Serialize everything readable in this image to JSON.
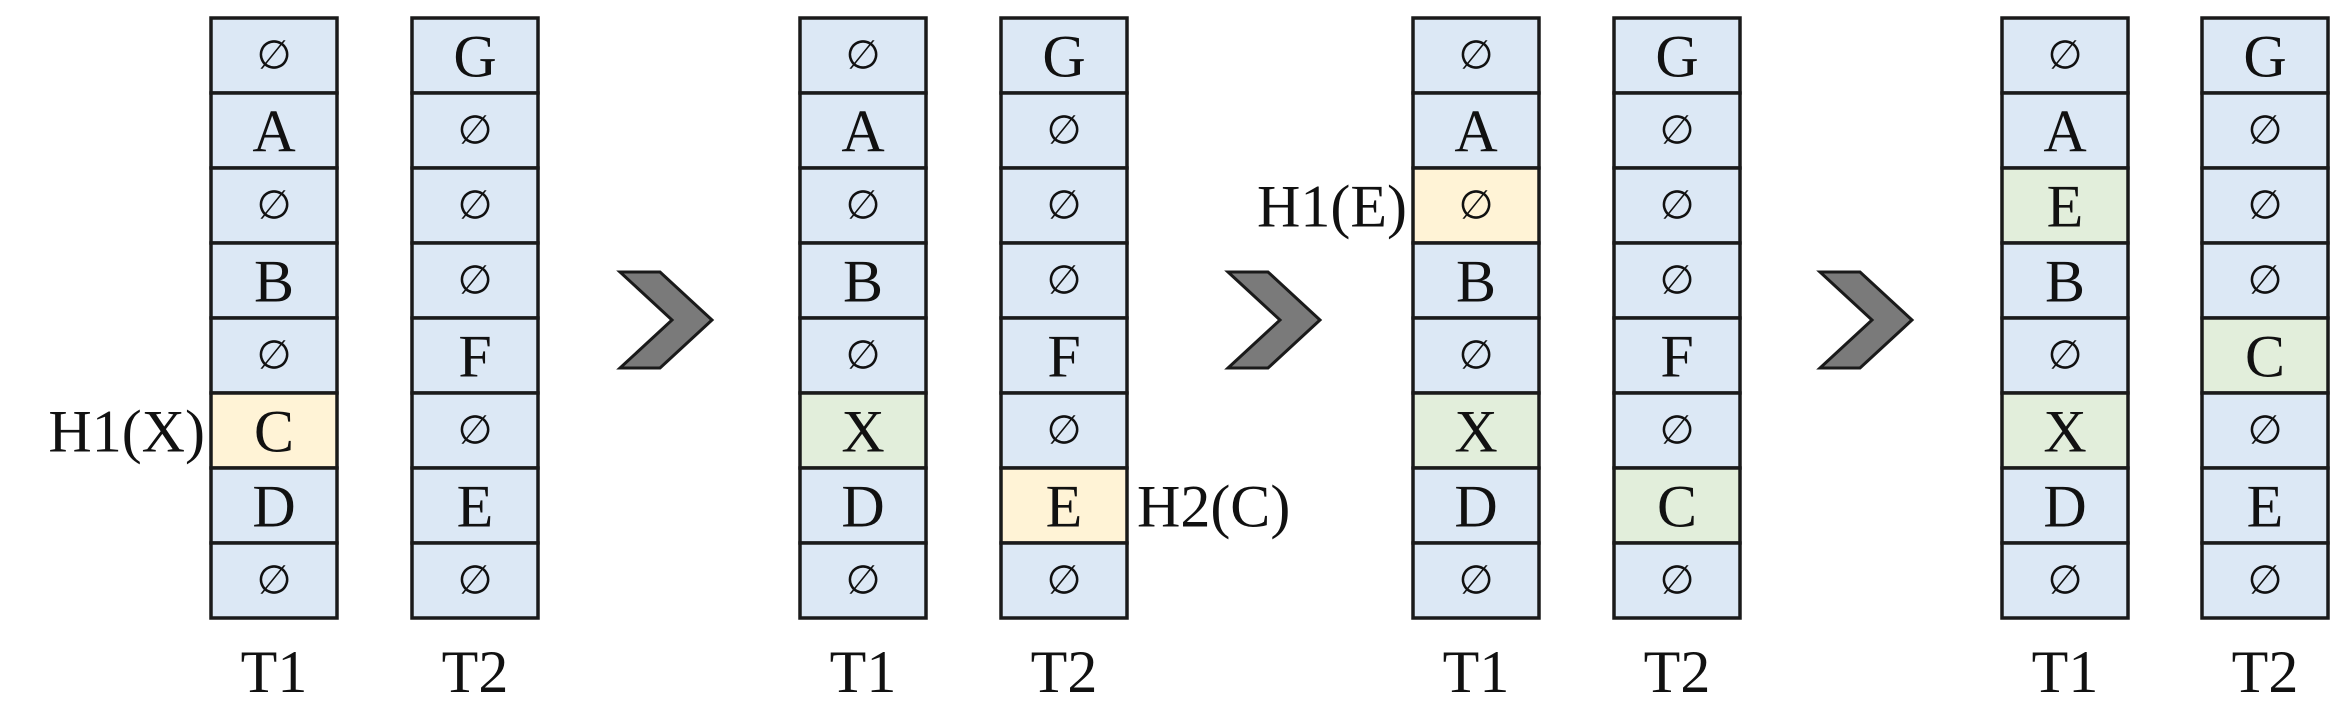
{
  "colors": {
    "empty": "#dce8f5",
    "highlight": "#fff3d6",
    "placed": "#e2eedb",
    "border": "#1a1a1a",
    "arrow": "#7a7a7a"
  },
  "stages": [
    {
      "tables": [
        {
          "label": "T1",
          "cells": [
            "∅",
            "A",
            "∅",
            "B",
            "∅",
            "C",
            "D",
            "∅"
          ],
          "states": [
            "e",
            "e",
            "e",
            "e",
            "e",
            "h",
            "e",
            "e"
          ]
        },
        {
          "label": "T2",
          "cells": [
            "G",
            "∅",
            "∅",
            "∅",
            "F",
            "∅",
            "E",
            "∅"
          ],
          "states": [
            "e",
            "e",
            "e",
            "e",
            "e",
            "e",
            "e",
            "e"
          ]
        }
      ],
      "annotations": [
        {
          "text": "H1(X)",
          "table": 0,
          "row": 5,
          "side": "left"
        }
      ]
    },
    {
      "tables": [
        {
          "label": "T1",
          "cells": [
            "∅",
            "A",
            "∅",
            "B",
            "∅",
            "X",
            "D",
            "∅"
          ],
          "states": [
            "e",
            "e",
            "e",
            "e",
            "e",
            "p",
            "e",
            "e"
          ]
        },
        {
          "label": "T2",
          "cells": [
            "G",
            "∅",
            "∅",
            "∅",
            "F",
            "∅",
            "E",
            "∅"
          ],
          "states": [
            "e",
            "e",
            "e",
            "e",
            "e",
            "e",
            "h",
            "e"
          ]
        }
      ],
      "annotations": [
        {
          "text": "H2(C)",
          "table": 1,
          "row": 6,
          "side": "right"
        }
      ]
    },
    {
      "tables": [
        {
          "label": "T1",
          "cells": [
            "∅",
            "A",
            "∅",
            "B",
            "∅",
            "X",
            "D",
            "∅"
          ],
          "states": [
            "e",
            "e",
            "h",
            "e",
            "e",
            "p",
            "e",
            "e"
          ]
        },
        {
          "label": "T2",
          "cells": [
            "G",
            "∅",
            "∅",
            "∅",
            "F",
            "∅",
            "C",
            "∅"
          ],
          "states": [
            "e",
            "e",
            "e",
            "e",
            "e",
            "e",
            "p",
            "e"
          ]
        }
      ],
      "annotations": [
        {
          "text": "H1(E)",
          "table": 0,
          "row": 2,
          "side": "left"
        }
      ]
    },
    {
      "tables": [
        {
          "label": "T1",
          "cells": [
            "∅",
            "A",
            "E",
            "B",
            "∅",
            "X",
            "D",
            "∅"
          ],
          "states": [
            "e",
            "e",
            "p",
            "e",
            "e",
            "p",
            "e",
            "e"
          ]
        },
        {
          "label": "T2",
          "cells": [
            "G",
            "∅",
            "∅",
            "∅",
            "C",
            "∅",
            "E",
            "∅"
          ],
          "states": [
            "e",
            "e",
            "e",
            "e",
            "p",
            "e",
            "e",
            "e"
          ]
        }
      ],
      "annotations": []
    }
  ]
}
